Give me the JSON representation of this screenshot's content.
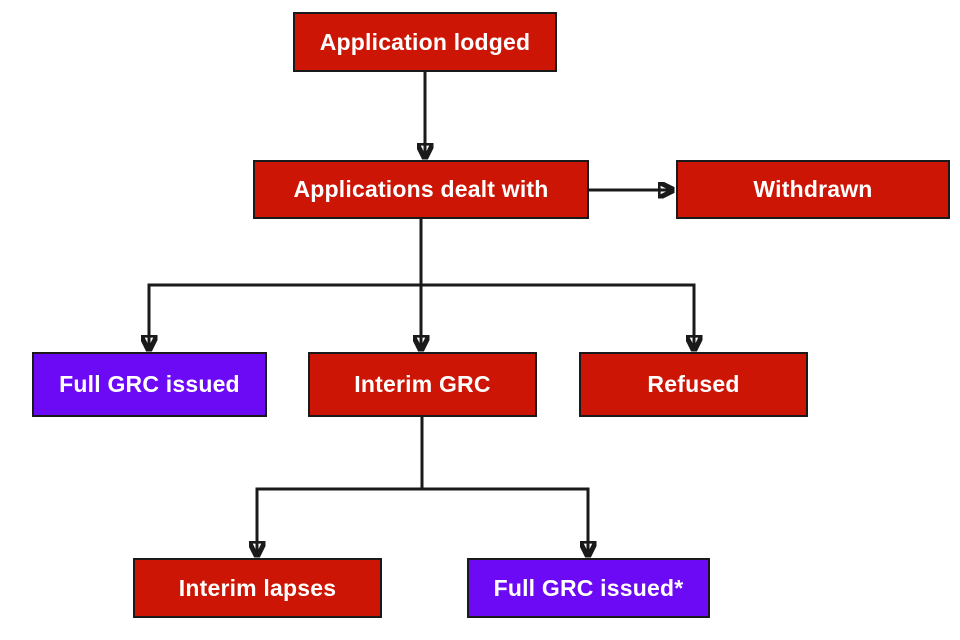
{
  "flowchart": {
    "type": "flowchart",
    "colors": {
      "node_red": "#cc1504",
      "node_purple": "#6c0af5",
      "node_border": "#1a1a1a",
      "connector": "#1a1a1a",
      "label_text": "#ffffff",
      "background": "#ffffff"
    },
    "nodes": [
      {
        "id": "application-lodged",
        "label": "Application lodged",
        "fill": "#cc1504"
      },
      {
        "id": "applications-dealt-with",
        "label": "Applications dealt with",
        "fill": "#cc1504"
      },
      {
        "id": "withdrawn",
        "label": "Withdrawn",
        "fill": "#cc1504"
      },
      {
        "id": "full-grc-issued",
        "label": "Full GRC issued",
        "fill": "#6c0af5"
      },
      {
        "id": "interim-grc",
        "label": "Interim GRC",
        "fill": "#cc1504"
      },
      {
        "id": "refused",
        "label": "Refused",
        "fill": "#cc1504"
      },
      {
        "id": "interim-lapses",
        "label": "Interim lapses",
        "fill": "#cc1504"
      },
      {
        "id": "full-grc-issued-star",
        "label": "Full GRC issued*",
        "fill": "#6c0af5"
      }
    ],
    "edges": [
      {
        "from": "application-lodged",
        "to": "applications-dealt-with"
      },
      {
        "from": "applications-dealt-with",
        "to": "withdrawn"
      },
      {
        "from": "applications-dealt-with",
        "to": "full-grc-issued"
      },
      {
        "from": "applications-dealt-with",
        "to": "interim-grc"
      },
      {
        "from": "applications-dealt-with",
        "to": "refused"
      },
      {
        "from": "interim-grc",
        "to": "interim-lapses"
      },
      {
        "from": "interim-grc",
        "to": "full-grc-issued-star"
      }
    ]
  }
}
